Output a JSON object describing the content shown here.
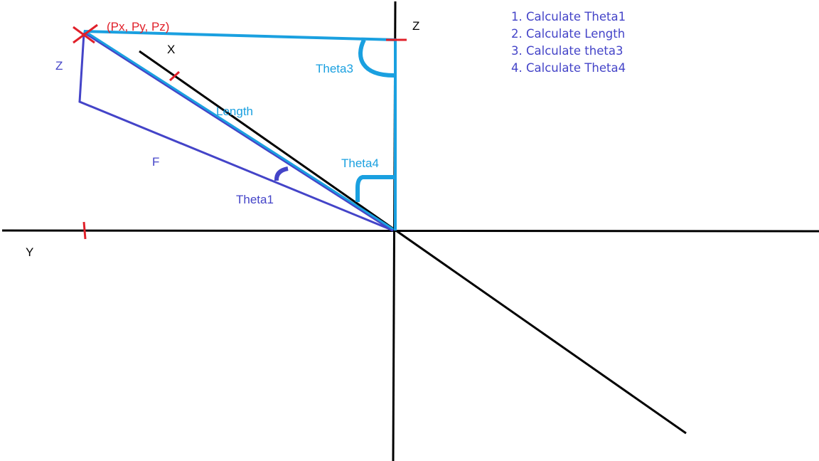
{
  "colors": {
    "axis": "#000000",
    "dark_blue": "#4444c8",
    "light_blue": "#1aa0e0",
    "marker": "#e0202a"
  },
  "labels": {
    "point": "(Px, Py, Pz)",
    "x_axis": "X",
    "y_axis": "Y",
    "z_axis": "Z",
    "z_side": "Z",
    "length": "Length",
    "f_side": "F",
    "theta1": "Theta1",
    "theta3": "Theta3",
    "theta4": "Theta4"
  },
  "steps": [
    "1. Calculate Theta1",
    "2. Calculate Length",
    "3. Calculate theta3",
    "4. Calculate Theta4"
  ]
}
